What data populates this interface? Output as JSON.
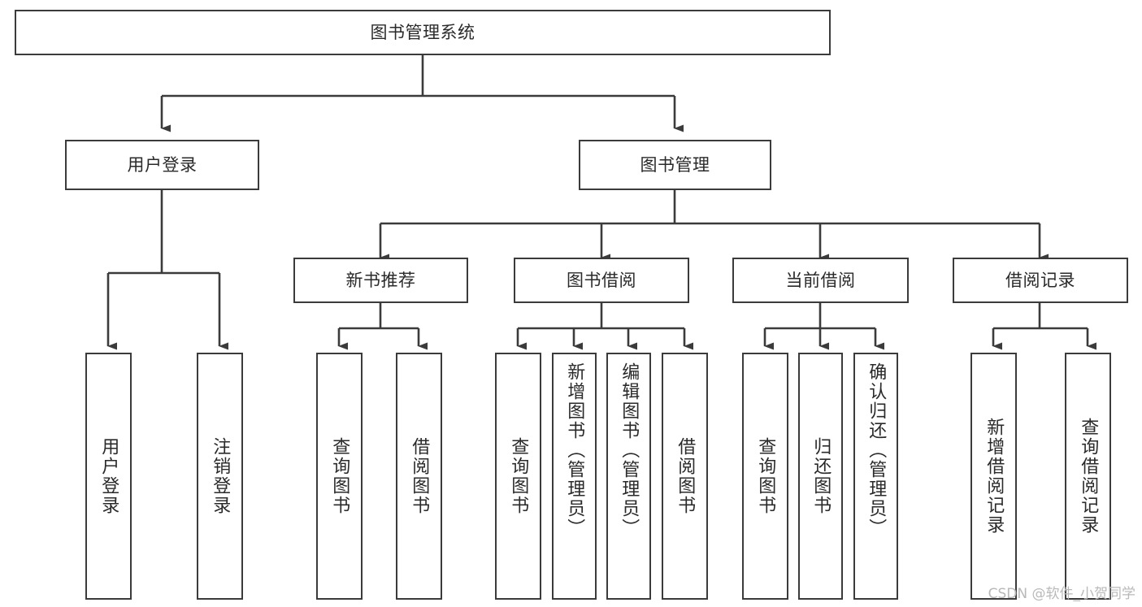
{
  "diagram": {
    "title": "图书管理系统",
    "type": "tree",
    "background_color": "#ffffff",
    "stroke_color": "#3b3b3b",
    "text_color": "#2a2a2a",
    "root": {
      "id": "root",
      "label": "图书管理系统",
      "orientation": "horizontal"
    },
    "level1": [
      {
        "id": "user-login",
        "label": "用户登录",
        "orientation": "horizontal"
      },
      {
        "id": "book-manage",
        "label": "图书管理",
        "orientation": "horizontal"
      }
    ],
    "level2": [
      {
        "id": "new-book-recommend",
        "label": "新书推荐",
        "orientation": "horizontal",
        "parent": "book-manage"
      },
      {
        "id": "book-borrow",
        "label": "图书借阅",
        "orientation": "horizontal",
        "parent": "book-manage"
      },
      {
        "id": "current-borrow",
        "label": "当前借阅",
        "orientation": "horizontal",
        "parent": "book-manage"
      },
      {
        "id": "borrow-record",
        "label": "借阅记录",
        "orientation": "horizontal",
        "parent": "book-manage"
      }
    ],
    "leaves": [
      {
        "id": "leaf-user-login",
        "label": "用户登录",
        "parent": "user-login"
      },
      {
        "id": "leaf-user-logout",
        "label": "注销登录",
        "parent": "user-login"
      },
      {
        "id": "leaf-query-book-1",
        "label": "查询图书",
        "parent": "new-book-recommend"
      },
      {
        "id": "leaf-borrow-book-1",
        "label": "借阅图书",
        "parent": "new-book-recommend"
      },
      {
        "id": "leaf-query-book-2",
        "label": "查询图书",
        "parent": "book-borrow"
      },
      {
        "id": "leaf-add-book",
        "label": "新增图书（管理员）",
        "parent": "book-borrow"
      },
      {
        "id": "leaf-edit-book",
        "label": "编辑图书（管理员）",
        "parent": "book-borrow"
      },
      {
        "id": "leaf-borrow-book-2",
        "label": "借阅图书",
        "parent": "book-borrow"
      },
      {
        "id": "leaf-query-book-3",
        "label": "查询图书",
        "parent": "current-borrow"
      },
      {
        "id": "leaf-return-book",
        "label": "归还图书",
        "parent": "current-borrow"
      },
      {
        "id": "leaf-confirm-return",
        "label": "确认归还（管理员）",
        "parent": "current-borrow"
      },
      {
        "id": "leaf-add-record",
        "label": "新增借阅记录",
        "parent": "borrow-record"
      },
      {
        "id": "leaf-query-record",
        "label": "查询借阅记录",
        "parent": "borrow-record"
      }
    ]
  },
  "watermark": {
    "text": "CSDN @软件_小贺同学"
  }
}
